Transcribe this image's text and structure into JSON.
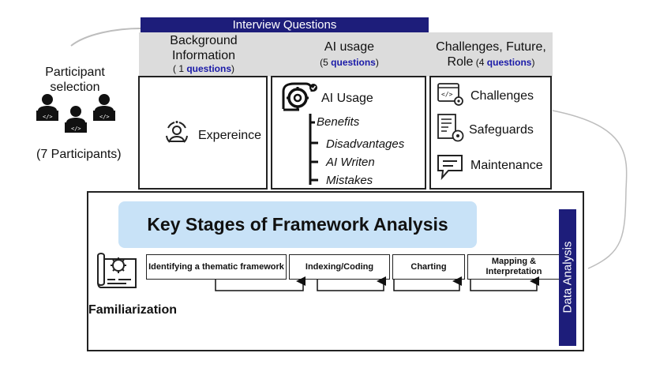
{
  "interview": {
    "header": "Interview Questions",
    "background": {
      "title_line1": "Background",
      "title_line2": "Information",
      "count_prefix": "( 1 ",
      "count_word": "questions",
      "count_suffix": ")",
      "item": "Expereince"
    },
    "ai_usage": {
      "title": "AI usage",
      "count_prefix": "(5 ",
      "count_word": "questions",
      "count_suffix": ")",
      "heading": "AI Usage",
      "items": [
        "Benefits",
        "Disadvantages",
        "AI Writen",
        "Mistakes"
      ]
    },
    "challenges": {
      "title_line1": "Challenges, Future,",
      "title_line2": "Role",
      "count_prefix": " (4 ",
      "count_word": "questions",
      "count_suffix": ")",
      "items": [
        "Challenges",
        "Safeguards",
        "Maintenance"
      ]
    }
  },
  "participants": {
    "label_line1": "Participant",
    "label_line2": "selection",
    "count": "(7 Participants)"
  },
  "analysis": {
    "title": "Key Stages of Framework Analysis",
    "stages": [
      "Identifying a thematic framework",
      "Indexing/Coding",
      "Charting",
      "Mapping & Interpretation"
    ],
    "first_stage": "Familiarization",
    "side_label": "Data Analysis"
  },
  "colors": {
    "navy": "#1d1d7a",
    "band_gray": "#dcdcdc",
    "title_blue": "#c8e2f7",
    "question_blue": "#1a1aa8"
  }
}
